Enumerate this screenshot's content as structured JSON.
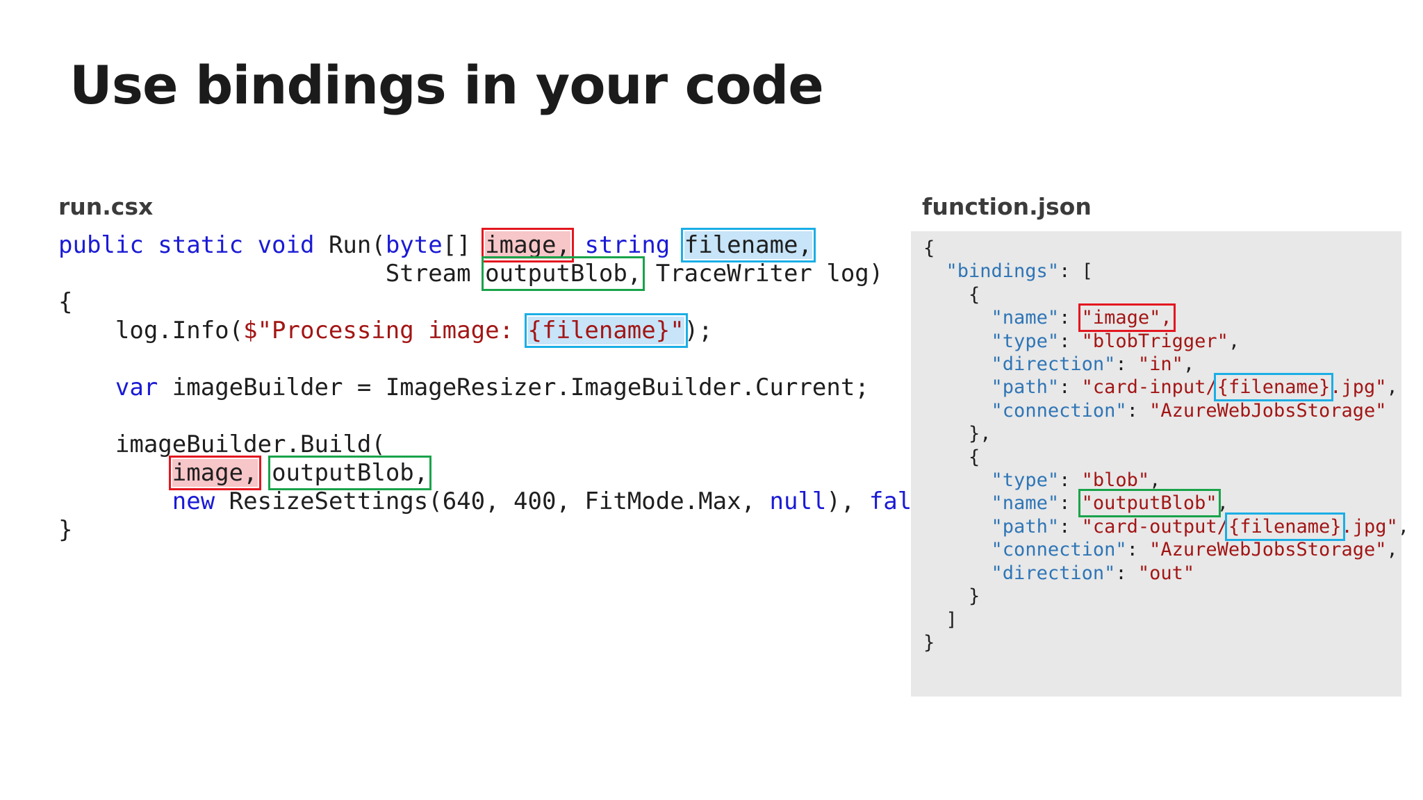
{
  "slide": {
    "title": "Use bindings in your code"
  },
  "left_panel": {
    "file_label": "run.csx",
    "line1": {
      "kw1": "public static void",
      "t1": " Run(",
      "kw2": "byte",
      "t2": "[] ",
      "p_image": "image,",
      "t3": " ",
      "kw3": "string",
      "t4": " ",
      "p_filename": "filename,"
    },
    "line2": {
      "indent": "                       Stream ",
      "p_outputBlob": "outputBlob,",
      "t1": " TraceWriter log)"
    },
    "line3": "{",
    "line4": {
      "t1": "    log.Info(",
      "s1": "$\"Processing image: ",
      "p_filename": "{filename}\"",
      "t2": ");"
    },
    "line5": "",
    "line6": {
      "indent": "    ",
      "kw1": "var",
      "t1": " imageBuilder = ImageResizer.ImageBuilder.Current;"
    },
    "line7": "",
    "line8": "    imageBuilder.Build(",
    "line9": {
      "indent": "        ",
      "p_image": "image,",
      "t1": " ",
      "p_outputBlob": "outputBlob,"
    },
    "line10": {
      "indent": "        ",
      "kw1": "new",
      "t1": " ResizeSettings(640, 400, FitMode.Max, ",
      "kw2": "null",
      "t2": "), ",
      "kw3": "false",
      "t3": ");"
    },
    "line11": "}"
  },
  "right_panel": {
    "file_label": "function.json",
    "lines": {
      "open": "{",
      "bindings_key": "\"bindings\"",
      "bindings_rest": ": [",
      "obj1_open": "    {",
      "b1_name_key": "\"name\"",
      "b1_name_val": "\"image\",",
      "b1_type_key": "\"type\"",
      "b1_type_val": "\"blobTrigger\"",
      "b1_dir_key": "\"direction\"",
      "b1_dir_val": "\"in\"",
      "b1_path_key": "\"path\"",
      "b1_path_val_a": "\"card-input/",
      "b1_path_val_b": "{filename}",
      "b1_path_val_c": ".jpg\"",
      "b1_conn_key": "\"connection\"",
      "b1_conn_val": "\"AzureWebJobsStorage\"",
      "obj1_close": "    },",
      "obj2_open": "    {",
      "b2_type_key": "\"type\"",
      "b2_type_val": "\"blob\"",
      "b2_name_key": "\"name\"",
      "b2_name_val": "\"outputBlob\"",
      "b2_path_key": "\"path\"",
      "b2_path_val_a": "\"card-output/",
      "b2_path_val_b": "{filename}",
      "b2_path_val_c": ".jpg\"",
      "b2_conn_key": "\"connection\"",
      "b2_conn_val": "\"AzureWebJobsStorage\"",
      "b2_dir_key": "\"direction\"",
      "b2_dir_val": "\"out\"",
      "obj2_close": "    }",
      "arr_close": "  ]",
      "close": "}"
    }
  },
  "colors": {
    "image_highlight": "#e3161f",
    "filename_highlight": "#1aaee6",
    "outputBlob_highlight": "#19a34a",
    "keyword": "#1a1ad6",
    "string": "#a31515",
    "json_key": "#2e75b6",
    "json_panel_bg": "#e8e8e8"
  }
}
